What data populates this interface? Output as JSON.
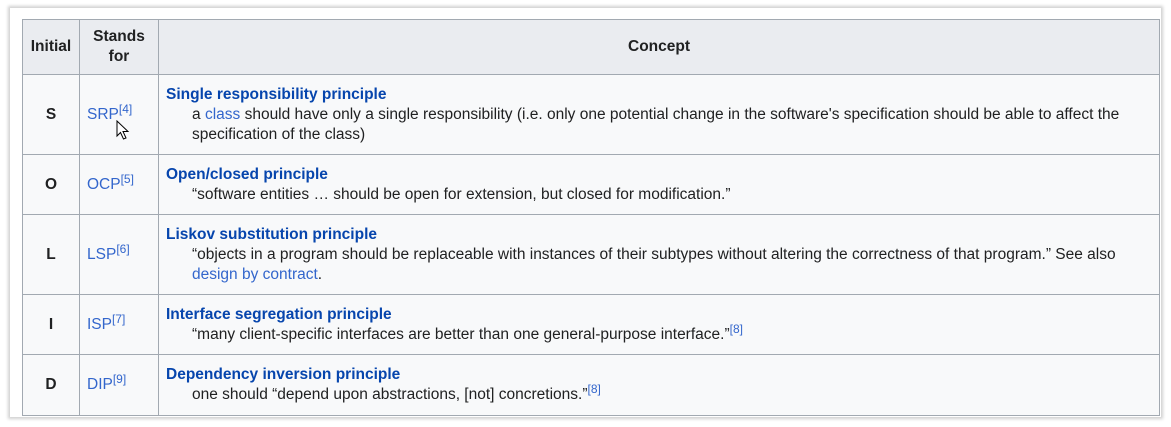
{
  "table": {
    "headers": {
      "initial": "Initial",
      "stands_for": "Stands for",
      "concept": "Concept"
    },
    "rows": [
      {
        "initial": "S",
        "acronym": "SRP",
        "ref": "[4]",
        "principle": "Single responsibility principle",
        "desc_before": "a ",
        "desc_link": "class",
        "desc_after": " should have only a single responsibility (i.e. only one potential change in the software's specification should be able to affect the specification of the class)"
      },
      {
        "initial": "O",
        "acronym": "OCP",
        "ref": "[5]",
        "principle": "Open/closed principle",
        "desc_before": "“software entities … should be open for extension, but closed for modification.”"
      },
      {
        "initial": "L",
        "acronym": "LSP",
        "ref": "[6]",
        "principle": "Liskov substitution principle",
        "desc_before": "“objects in a program should be replaceable with instances of their subtypes without altering the correctness of that program.” See also ",
        "desc_link": "design by contract",
        "desc_after": "."
      },
      {
        "initial": "I",
        "acronym": "ISP",
        "ref": "[7]",
        "principle": "Interface segregation principle",
        "desc_before": "“many client-specific interfaces are better than one general-purpose interface.”",
        "desc_ref": "[8]"
      },
      {
        "initial": "D",
        "acronym": "DIP",
        "ref": "[9]",
        "principle": "Dependency inversion principle",
        "desc_before": "one should “depend upon abstractions, [not] concretions.”",
        "desc_ref": "[8]"
      }
    ]
  },
  "colors": {
    "link": "#3366cc",
    "principle_link": "#0645ad",
    "header_bg": "#eaecf0",
    "cell_bg": "#f8f9fa",
    "border": "#a2a9b1"
  },
  "cursor": {
    "icon": "mouse-pointer-icon"
  }
}
